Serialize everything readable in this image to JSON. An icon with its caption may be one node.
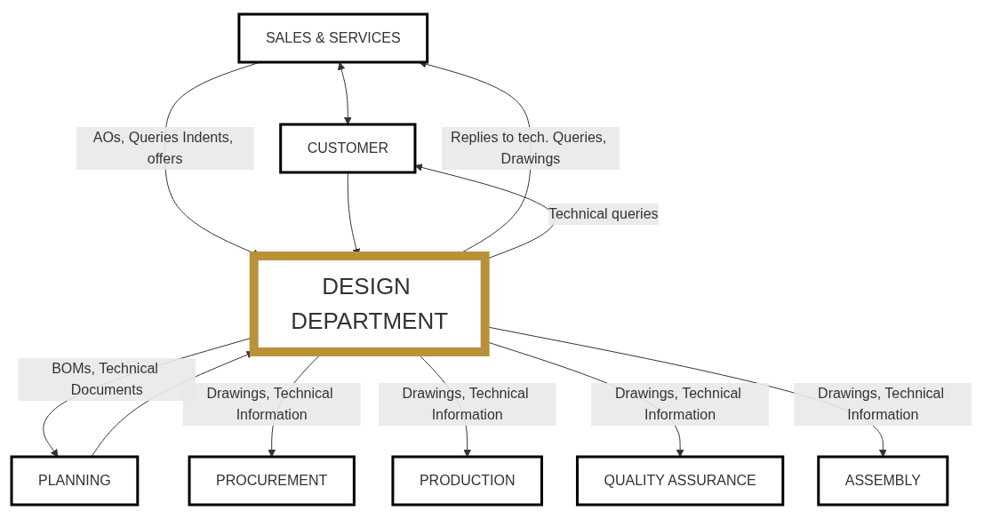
{
  "diagram": {
    "nodes": [
      {
        "text": [
          "SALES & SERVICES"
        ]
      },
      {
        "text": [
          "CUSTOMER"
        ]
      },
      {
        "text": [
          "DESIGN DEPARTMENT"
        ]
      },
      {
        "text": [
          "PLANNING"
        ]
      },
      {
        "text": [
          "PROCUREMENT"
        ]
      },
      {
        "text": [
          "PRODUCTION"
        ]
      },
      {
        "text": [
          "QUALITY ASSURANCE"
        ]
      },
      {
        "text": [
          "ASSEMBLY"
        ]
      }
    ],
    "edges": [
      {
        "from": 0,
        "to": 1,
        "arrow": "both"
      },
      {
        "from": 2,
        "to": 0,
        "arrow": "to",
        "label": "Replies to tech. Queries, Drawings"
      },
      {
        "from": 0,
        "to": 2,
        "arrow": "to",
        "label": "AOs, Queries Indents, offers"
      },
      {
        "from": 1,
        "to": 2,
        "arrow": "to"
      },
      {
        "from": 2,
        "to": 1,
        "arrow": "to",
        "label": "Technical queries"
      },
      {
        "from": 2,
        "to": 3,
        "arrow": "to",
        "label": "BOMs, Technical Documents"
      },
      {
        "from": 3,
        "to": 2,
        "arrow": "to"
      },
      {
        "from": 2,
        "to": 4,
        "arrow": "to",
        "label": "Drawings, Technical Information"
      },
      {
        "from": 2,
        "to": 5,
        "arrow": "to",
        "label": "Drawings, Technical Information"
      },
      {
        "from": 2,
        "to": 6,
        "arrow": "to",
        "label": "Drawings, Technical Information"
      },
      {
        "from": 2,
        "to": 7,
        "arrow": "to",
        "label": "Drawings, Technical Information"
      }
    ]
  }
}
